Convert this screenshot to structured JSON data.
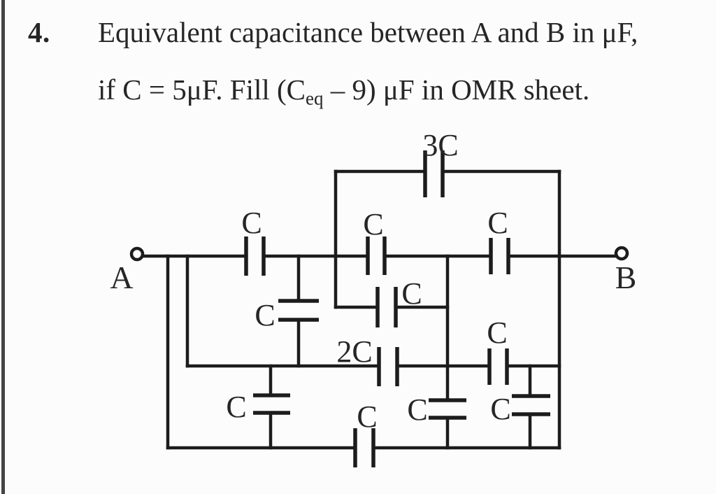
{
  "question": {
    "number": "4.",
    "line1": "Equivalent capacitance between A and B in μF,",
    "line2": {
      "prefix": "if C = 5μF. Fill (C",
      "subscript": "eq",
      "suffix": " – 9) μF in OMR sheet."
    }
  },
  "circuit": {
    "terminals": {
      "a": "A",
      "b": "B"
    },
    "capacitors": {
      "main_left": "C",
      "main_middle": "C",
      "main_right": "C",
      "top": "3C",
      "left_vertical": "C",
      "middle": "C",
      "two_c": "2C",
      "rail_right": "C",
      "bottom_left": "C",
      "bottom_middle": "C",
      "bottom_right": "C",
      "bottom_rail": "C"
    }
  }
}
